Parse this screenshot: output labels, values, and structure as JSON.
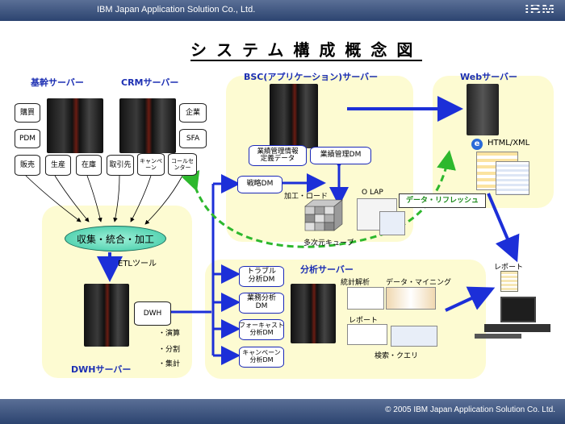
{
  "header": {
    "company": "IBM Japan Application Solution Co., Ltd.",
    "logo": "IBM"
  },
  "title": "システム構成概念図",
  "footer": {
    "copyright": "© 2005 IBM Japan Application Solution Co. Ltd."
  },
  "core_server": {
    "label": "基幹サーバー",
    "dbs": [
      "購買",
      "PDM",
      "販売",
      "生産",
      "在庫"
    ]
  },
  "crm_server": {
    "label": "CRMサーバー",
    "dbs": [
      "企業",
      "SFA",
      "取引先",
      "キャンペーン",
      "コールセンター"
    ]
  },
  "bsc_server": {
    "label": "BSC(アプリケーション)サーバー",
    "dbs": [
      "業績管理情報\n定義データ",
      "業績管理DM"
    ],
    "strategy_dm": "戦略DM",
    "process": "加工・ロード",
    "olap": "O LAP",
    "cube": "多次元キューブ"
  },
  "web_server": {
    "label": "Webサーバー",
    "format": "HTML/XML"
  },
  "data_refresh": "データ・リフレッシュ",
  "collect": "収集・統合・加工",
  "etl": "ETLツール",
  "dwh_server": {
    "label": "DWHサーバー",
    "db": "DWH",
    "ops": [
      "・演算",
      "・分割",
      "・集計"
    ]
  },
  "analysis_server": {
    "label": "分析サーバー",
    "dms": [
      "トラブル\n分析DM",
      "業務分析\nDM",
      "フォーキャスト\n分析DM",
      "キャンペーン\n分析DM"
    ],
    "stats": "統計解析",
    "mining": "データ・マイニング",
    "report": "レポート",
    "search": "検索・クエリ"
  },
  "client": {
    "report": "レポート"
  },
  "colors": {
    "arrow_blue": "#1c2fd8",
    "refresh_green": "#2db82d",
    "panel": "#fdfbd2",
    "label": "#1c2fb3"
  }
}
